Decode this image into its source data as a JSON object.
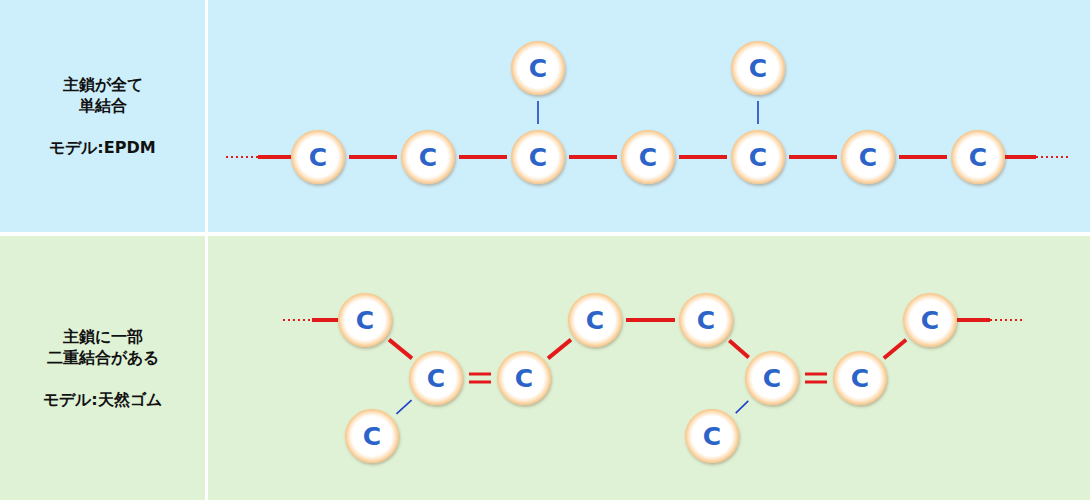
{
  "diagram": {
    "nodes": [
      {
        "text": [
          "主鎖が全て 単結合",
          "モデル:EPDM"
        ]
      },
      {
        "text": [
          "C"
        ]
      },
      {
        "text": [
          "C"
        ]
      },
      {
        "text": [
          "C"
        ]
      },
      {
        "text": [
          "C"
        ]
      },
      {
        "text": [
          "C"
        ]
      },
      {
        "text": [
          "C"
        ]
      },
      {
        "text": [
          "C"
        ]
      },
      {
        "text": [
          "C"
        ]
      },
      {
        "text": [
          "C"
        ]
      },
      {
        "text": [
          "主鎖に一部 二重結合がある",
          "モデル:天然ゴム"
        ]
      },
      {
        "text": [
          "C"
        ]
      },
      {
        "text": [
          "C"
        ]
      },
      {
        "text": [
          "C"
        ]
      },
      {
        "text": [
          "C"
        ]
      },
      {
        "text": [
          "C"
        ]
      },
      {
        "text": [
          "C"
        ]
      },
      {
        "text": [
          "C"
        ]
      },
      {
        "text": [
          "C"
        ]
      },
      {
        "text": [
          "C"
        ]
      },
      {
        "text": [
          "C"
        ]
      }
    ],
    "edges": [
      {
        "from": 3,
        "to": 4,
        "arrow": "none"
      },
      {
        "from": 4,
        "to": 5,
        "arrow": "none"
      },
      {
        "from": 5,
        "to": 6,
        "arrow": "none"
      },
      {
        "from": 6,
        "to": 7,
        "arrow": "none"
      },
      {
        "from": 7,
        "to": 8,
        "arrow": "none"
      },
      {
        "from": 8,
        "to": 9,
        "arrow": "none"
      },
      {
        "from": 5,
        "to": 1,
        "arrow": "none"
      },
      {
        "from": 7,
        "to": 2,
        "arrow": "none"
      },
      {
        "from": 11,
        "to": 15,
        "arrow": "none"
      },
      {
        "from": 15,
        "to": 16,
        "arrow": "none"
      },
      {
        "from": 16,
        "to": 12,
        "arrow": "none"
      },
      {
        "from": 12,
        "to": 13,
        "arrow": "none"
      },
      {
        "from": 13,
        "to": 17,
        "arrow": "none"
      },
      {
        "from": 17,
        "to": 18,
        "arrow": "none"
      },
      {
        "from": 18,
        "to": 14,
        "arrow": "none"
      },
      {
        "from": 15,
        "to": 19,
        "arrow": "none"
      },
      {
        "from": 17,
        "to": 20,
        "arrow": "none"
      }
    ]
  }
}
